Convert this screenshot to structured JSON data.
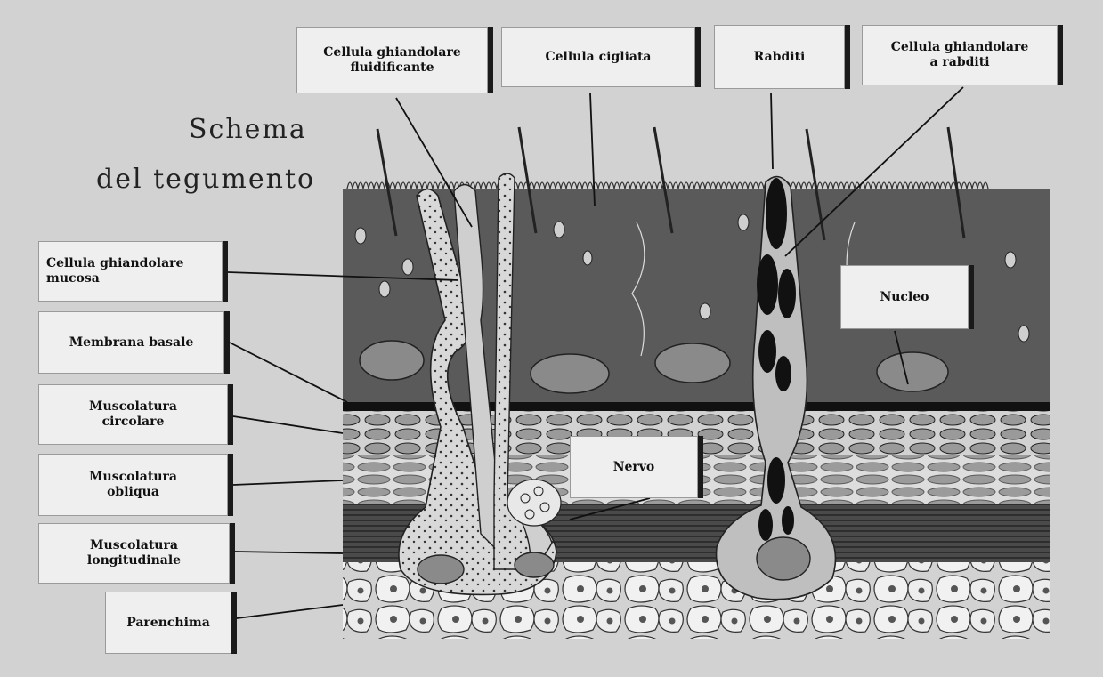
{
  "title": {
    "line1": "Schema",
    "line2": "del tegumento"
  },
  "labels": {
    "fluidificante": "Cellula ghiandolare\nfluidificante",
    "cigliata": "Cellula cigliata",
    "rabditi": "Rabditi",
    "ghiandolare_rabditi": "Cellula ghiandolare\na rabditi",
    "mucosa": "Cellula ghiandolare\nmucosa",
    "membrana": "Membrana basale",
    "circolare": "Muscolatura\ncircolare",
    "obliqua": "Muscolatura\nobliqua",
    "longitudinale": "Muscolatura\nlongitudinale",
    "parenchima": "Parenchima",
    "nucleo": "Nucleo",
    "nervo": "Nervo"
  },
  "colors": {
    "background": "#d2d2d2",
    "epidermis": "#5a5a5a",
    "label_box": "#efefef",
    "ink": "#111111"
  }
}
